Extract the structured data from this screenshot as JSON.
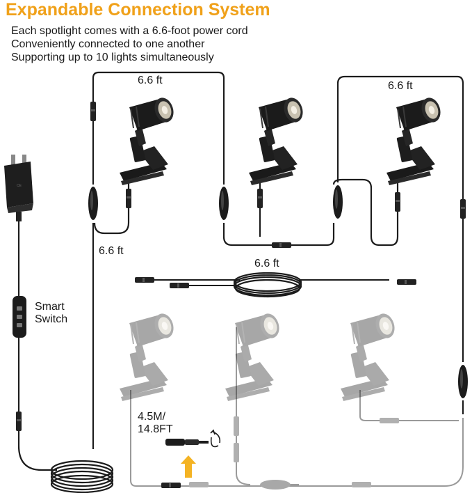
{
  "title": "Expandable Connection System",
  "subtitle": [
    "Each spotlight comes with a 6.6-foot power cord",
    "Conveniently connected to one another",
    "Supporting up to 10 lights simultaneously"
  ],
  "labels": {
    "cord_top_left": "6.6 ft",
    "cord_top_right": "6.6 ft",
    "cord_left": "6.6 ft",
    "extension_cord": "6.6 ft",
    "switch_line1": "Smart",
    "switch_line2": "Switch",
    "main_cable_line1": "4.5M/",
    "main_cable_line2": "14.8FT"
  },
  "colors": {
    "accent": "#f0a11a",
    "cable": "#1c1c1c",
    "ghost": "#9a9a9a",
    "arrow": "#f4b324"
  },
  "icons": {
    "adapter": "power-adapter-icon",
    "spotlight": "clip-spotlight-icon",
    "switch": "smart-switch-icon",
    "rotate": "rotate-icon",
    "arrow": "up-arrow-icon"
  }
}
